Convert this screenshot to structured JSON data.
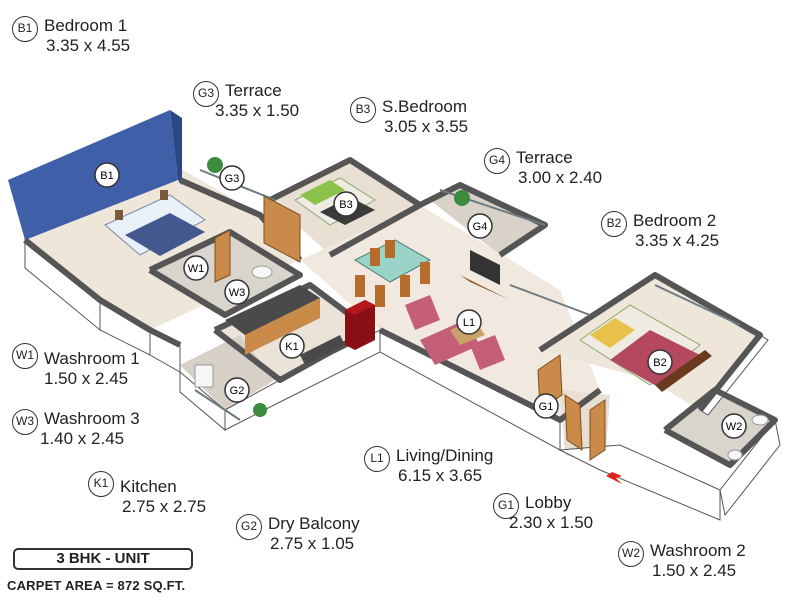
{
  "rooms": [
    {
      "code": "B1",
      "name": "Bedroom 1",
      "dims": "3.35 x 4.55"
    },
    {
      "code": "G3",
      "name": "Terrace",
      "dims": "3.35 x 1.50"
    },
    {
      "code": "B3",
      "name": "S.Bedroom",
      "dims": "3.05 x 3.55"
    },
    {
      "code": "G4",
      "name": "Terrace",
      "dims": "3.00 x 2.40"
    },
    {
      "code": "B2",
      "name": "Bedroom 2",
      "dims": "3.35 x 4.25"
    },
    {
      "code": "W1",
      "name": "Washroom 1",
      "dims": "1.50 x 2.45"
    },
    {
      "code": "W3",
      "name": "Washroom 3",
      "dims": "1.40 x 2.45"
    },
    {
      "code": "K1",
      "name": "Kitchen",
      "dims": "2.75 x 2.75"
    },
    {
      "code": "G2",
      "name": "Dry Balcony",
      "dims": "2.75 x 1.05"
    },
    {
      "code": "L1",
      "name": "Living/Dining",
      "dims": "6.15 x 3.65"
    },
    {
      "code": "G1",
      "name": "Lobby",
      "dims": "2.30 x 1.50"
    },
    {
      "code": "W2",
      "name": "Washroom 2",
      "dims": "1.50 x 2.45"
    }
  ],
  "plan_markers": [
    "B1",
    "G3",
    "B3",
    "G4",
    "W1",
    "W3",
    "K1",
    "G2",
    "L1",
    "B2",
    "G1",
    "W2"
  ],
  "unit_label": "3 BHK - UNIT",
  "carpet_area": "CARPET AREA = 872 SQ.FT.",
  "colors": {
    "accent_wall": "#3f5fa8",
    "wood": "#c98a4a",
    "floor": "#efe6da",
    "wall_top": "#555555",
    "entry_arrow": "#e0241b"
  }
}
